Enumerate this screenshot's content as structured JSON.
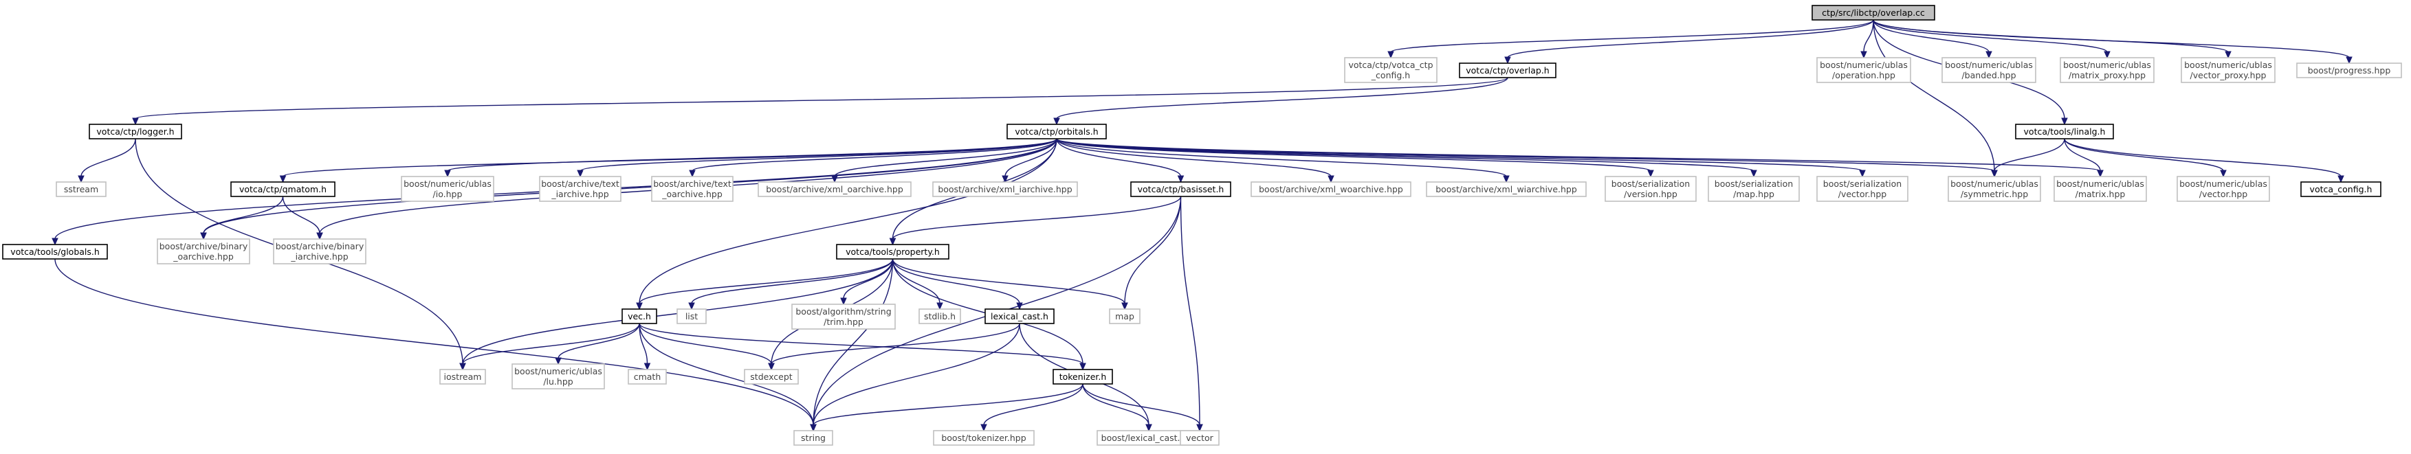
{
  "title": "ctp/src/libctp/overlap.cc",
  "colors": {
    "edge": "#191970",
    "root_fill": "#bfbfbf",
    "header_border": "#000000",
    "external_border": "#c0c0c0",
    "background": "#ffffff"
  },
  "nodes": [
    {
      "id": "root",
      "lines": [
        "ctp/src/libctp/overlap.cc"
      ],
      "kind": "root"
    },
    {
      "id": "votca_ctp_config",
      "lines": [
        "votca/ctp/votca_ctp",
        "_config.h"
      ],
      "kind": "external"
    },
    {
      "id": "overlap_h",
      "lines": [
        "votca/ctp/overlap.h"
      ],
      "kind": "header"
    },
    {
      "id": "operation_hpp",
      "lines": [
        "boost/numeric/ublas",
        "/operation.hpp"
      ],
      "kind": "external"
    },
    {
      "id": "banded_hpp",
      "lines": [
        "boost/numeric/ublas",
        "/banded.hpp"
      ],
      "kind": "external"
    },
    {
      "id": "matrix_proxy_hpp",
      "lines": [
        "boost/numeric/ublas",
        "/matrix_proxy.hpp"
      ],
      "kind": "external"
    },
    {
      "id": "vector_proxy_hpp",
      "lines": [
        "boost/numeric/ublas",
        "/vector_proxy.hpp"
      ],
      "kind": "external"
    },
    {
      "id": "progress_hpp",
      "lines": [
        "boost/progress.hpp"
      ],
      "kind": "external"
    },
    {
      "id": "logger_h",
      "lines": [
        "votca/ctp/logger.h"
      ],
      "kind": "header"
    },
    {
      "id": "orbitals_h",
      "lines": [
        "votca/ctp/orbitals.h"
      ],
      "kind": "header"
    },
    {
      "id": "linalg_h",
      "lines": [
        "votca/tools/linalg.h"
      ],
      "kind": "header"
    },
    {
      "id": "sstream",
      "lines": [
        "sstream"
      ],
      "kind": "external"
    },
    {
      "id": "qmatom_h",
      "lines": [
        "votca/ctp/qmatom.h"
      ],
      "kind": "header"
    },
    {
      "id": "ublas_io_hpp",
      "lines": [
        "boost/numeric/ublas",
        "/io.hpp"
      ],
      "kind": "external"
    },
    {
      "id": "text_iarchive",
      "lines": [
        "boost/archive/text",
        "_iarchive.hpp"
      ],
      "kind": "external"
    },
    {
      "id": "text_oarchive",
      "lines": [
        "boost/archive/text",
        "_oarchive.hpp"
      ],
      "kind": "external"
    },
    {
      "id": "xml_oarchive",
      "lines": [
        "boost/archive/xml_oarchive.hpp"
      ],
      "kind": "external"
    },
    {
      "id": "xml_iarchive",
      "lines": [
        "boost/archive/xml_iarchive.hpp"
      ],
      "kind": "external"
    },
    {
      "id": "basisset_h",
      "lines": [
        "votca/ctp/basisset.h"
      ],
      "kind": "header"
    },
    {
      "id": "xml_woarchive",
      "lines": [
        "boost/archive/xml_woarchive.hpp"
      ],
      "kind": "external"
    },
    {
      "id": "xml_wiarchive",
      "lines": [
        "boost/archive/xml_wiarchive.hpp"
      ],
      "kind": "external"
    },
    {
      "id": "ser_version",
      "lines": [
        "boost/serialization",
        "/version.hpp"
      ],
      "kind": "external"
    },
    {
      "id": "ser_map",
      "lines": [
        "boost/serialization",
        "/map.hpp"
      ],
      "kind": "external"
    },
    {
      "id": "ser_vector",
      "lines": [
        "boost/serialization",
        "/vector.hpp"
      ],
      "kind": "external"
    },
    {
      "id": "symmetric_hpp",
      "lines": [
        "boost/numeric/ublas",
        "/symmetric.hpp"
      ],
      "kind": "external"
    },
    {
      "id": "matrix_hpp",
      "lines": [
        "boost/numeric/ublas",
        "/matrix.hpp"
      ],
      "kind": "external"
    },
    {
      "id": "ublas_vector_hpp",
      "lines": [
        "boost/numeric/ublas",
        "/vector.hpp"
      ],
      "kind": "external"
    },
    {
      "id": "votca_config",
      "lines": [
        "votca_config.h"
      ],
      "kind": "header"
    },
    {
      "id": "globals_h",
      "lines": [
        "votca/tools/globals.h"
      ],
      "kind": "header"
    },
    {
      "id": "binary_oarchive",
      "lines": [
        "boost/archive/binary",
        "_oarchive.hpp"
      ],
      "kind": "external"
    },
    {
      "id": "binary_iarchive",
      "lines": [
        "boost/archive/binary",
        "_iarchive.hpp"
      ],
      "kind": "external"
    },
    {
      "id": "property_h",
      "lines": [
        "votca/tools/property.h"
      ],
      "kind": "header"
    },
    {
      "id": "vec_h",
      "lines": [
        "vec.h"
      ],
      "kind": "header"
    },
    {
      "id": "list",
      "lines": [
        "list"
      ],
      "kind": "external"
    },
    {
      "id": "trim_hpp",
      "lines": [
        "boost/algorithm/string",
        "/trim.hpp"
      ],
      "kind": "external"
    },
    {
      "id": "stdlib_h",
      "lines": [
        "stdlib.h"
      ],
      "kind": "external"
    },
    {
      "id": "lexical_cast_h",
      "lines": [
        "lexical_cast.h"
      ],
      "kind": "header"
    },
    {
      "id": "map",
      "lines": [
        "map"
      ],
      "kind": "external"
    },
    {
      "id": "iostream",
      "lines": [
        "iostream"
      ],
      "kind": "external"
    },
    {
      "id": "lu_hpp",
      "lines": [
        "boost/numeric/ublas",
        "/lu.hpp"
      ],
      "kind": "external"
    },
    {
      "id": "cmath",
      "lines": [
        "cmath"
      ],
      "kind": "external"
    },
    {
      "id": "stdexcept",
      "lines": [
        "stdexcept"
      ],
      "kind": "external"
    },
    {
      "id": "tokenizer_h",
      "lines": [
        "tokenizer.h"
      ],
      "kind": "header"
    },
    {
      "id": "string",
      "lines": [
        "string"
      ],
      "kind": "external"
    },
    {
      "id": "tokenizer_hpp",
      "lines": [
        "boost/tokenizer.hpp"
      ],
      "kind": "external"
    },
    {
      "id": "lexical_cast_hpp",
      "lines": [
        "boost/lexical_cast.hpp"
      ],
      "kind": "external"
    },
    {
      "id": "vector",
      "lines": [
        "vector"
      ],
      "kind": "external"
    }
  ],
  "edges": [
    [
      "root",
      "votca_ctp_config"
    ],
    [
      "root",
      "overlap_h"
    ],
    [
      "root",
      "operation_hpp"
    ],
    [
      "root",
      "banded_hpp"
    ],
    [
      "root",
      "matrix_proxy_hpp"
    ],
    [
      "root",
      "vector_proxy_hpp"
    ],
    [
      "root",
      "progress_hpp"
    ],
    [
      "root",
      "linalg_h"
    ],
    [
      "root",
      "symmetric_hpp"
    ],
    [
      "overlap_h",
      "logger_h"
    ],
    [
      "overlap_h",
      "orbitals_h"
    ],
    [
      "logger_h",
      "sstream"
    ],
    [
      "logger_h",
      "iostream"
    ],
    [
      "orbitals_h",
      "globals_h"
    ],
    [
      "orbitals_h",
      "qmatom_h"
    ],
    [
      "orbitals_h",
      "binary_oarchive"
    ],
    [
      "orbitals_h",
      "binary_iarchive"
    ],
    [
      "orbitals_h",
      "vec_h"
    ],
    [
      "orbitals_h",
      "ublas_io_hpp"
    ],
    [
      "orbitals_h",
      "text_iarchive"
    ],
    [
      "orbitals_h",
      "text_oarchive"
    ],
    [
      "orbitals_h",
      "xml_oarchive"
    ],
    [
      "orbitals_h",
      "xml_iarchive"
    ],
    [
      "orbitals_h",
      "basisset_h"
    ],
    [
      "orbitals_h",
      "xml_woarchive"
    ],
    [
      "orbitals_h",
      "xml_wiarchive"
    ],
    [
      "orbitals_h",
      "ser_version"
    ],
    [
      "orbitals_h",
      "ser_map"
    ],
    [
      "orbitals_h",
      "ser_vector"
    ],
    [
      "orbitals_h",
      "symmetric_hpp"
    ],
    [
      "orbitals_h",
      "matrix_hpp"
    ],
    [
      "orbitals_h",
      "property_h"
    ],
    [
      "linalg_h",
      "symmetric_hpp"
    ],
    [
      "linalg_h",
      "matrix_hpp"
    ],
    [
      "linalg_h",
      "ublas_vector_hpp"
    ],
    [
      "linalg_h",
      "votca_config"
    ],
    [
      "qmatom_h",
      "binary_oarchive"
    ],
    [
      "qmatom_h",
      "binary_iarchive"
    ],
    [
      "globals_h",
      "string"
    ],
    [
      "basisset_h",
      "property_h"
    ],
    [
      "basisset_h",
      "map"
    ],
    [
      "basisset_h",
      "vector"
    ],
    [
      "basisset_h",
      "string"
    ],
    [
      "property_h",
      "vec_h"
    ],
    [
      "property_h",
      "list"
    ],
    [
      "property_h",
      "trim_hpp"
    ],
    [
      "property_h",
      "stdlib_h"
    ],
    [
      "property_h",
      "lexical_cast_h"
    ],
    [
      "property_h",
      "map"
    ],
    [
      "property_h",
      "iostream"
    ],
    [
      "property_h",
      "stdexcept"
    ],
    [
      "property_h",
      "tokenizer_h"
    ],
    [
      "property_h",
      "string"
    ],
    [
      "vec_h",
      "iostream"
    ],
    [
      "vec_h",
      "lu_hpp"
    ],
    [
      "vec_h",
      "cmath"
    ],
    [
      "vec_h",
      "stdexcept"
    ],
    [
      "vec_h",
      "tokenizer_h"
    ],
    [
      "vec_h",
      "string"
    ],
    [
      "lexical_cast_h",
      "stdexcept"
    ],
    [
      "lexical_cast_h",
      "string"
    ],
    [
      "lexical_cast_h",
      "lexical_cast_hpp"
    ],
    [
      "tokenizer_h",
      "string"
    ],
    [
      "tokenizer_h",
      "tokenizer_hpp"
    ],
    [
      "tokenizer_h",
      "lexical_cast_hpp"
    ],
    [
      "tokenizer_h",
      "vector"
    ]
  ]
}
